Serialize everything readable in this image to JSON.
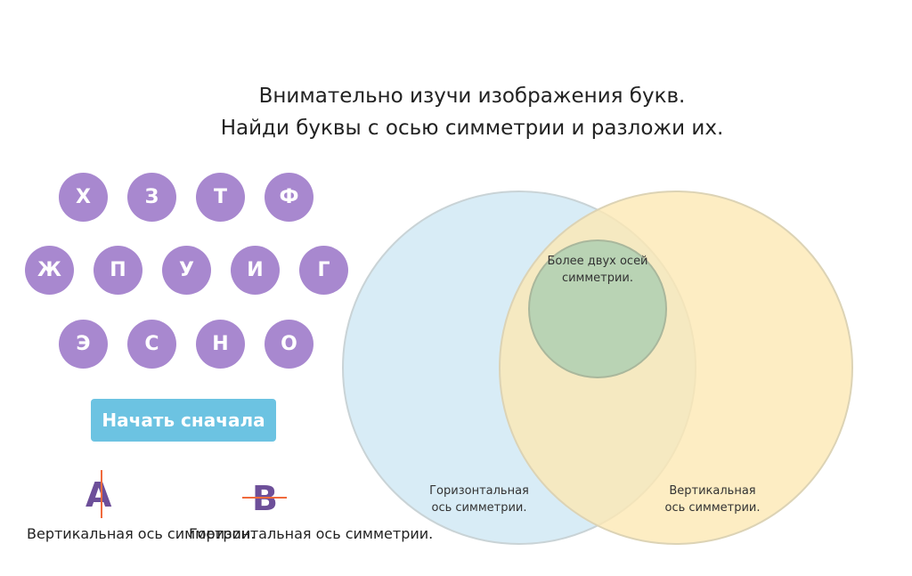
{
  "instructions": {
    "line1": "Внимательно изучи изображения букв.",
    "line2": "Найди буквы с осью симметрии и разложи их."
  },
  "letters": {
    "row1": [
      "Х",
      "З",
      "Т",
      "Ф"
    ],
    "row2": [
      "Ж",
      "П",
      "У",
      "И",
      "Г"
    ],
    "row3": [
      "Э",
      "С",
      "Н",
      "О"
    ]
  },
  "restart_label": "Начать сначала",
  "venn": {
    "inner_label": "Более двух осей симметрии.",
    "left_label": "Горизонтальная ось симметрии.",
    "right_label": "Вертикальная ось симметрии."
  },
  "legend": {
    "vertical": {
      "letter": "А",
      "caption": "Вертикальная ось симметрии."
    },
    "horizontal": {
      "letter": "В",
      "caption": "Горизонтальная ось симметрии."
    }
  },
  "colors": {
    "letter_bg": "#a888cf",
    "button_bg": "#6cc3e2",
    "circle_left": "#d6ebf5",
    "circle_right": "#fdecc0",
    "circle_inner": "#b9d3b4",
    "axis_line": "#f06a3c",
    "legend_letter": "#6d4f99"
  }
}
